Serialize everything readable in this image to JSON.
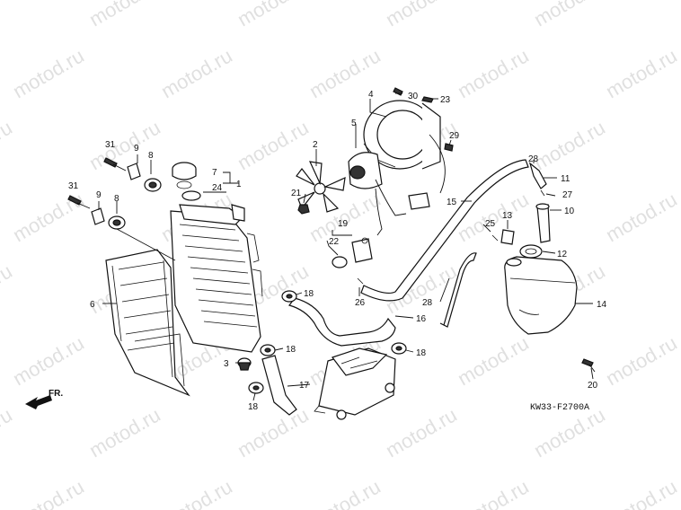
{
  "watermark": "motod.ru",
  "diagram_code": "KW33-F2700A",
  "front_indicator": "FR.",
  "callouts": {
    "c1": "1",
    "c2": "2",
    "c3": "3",
    "c4": "4",
    "c5": "5",
    "c6": "6",
    "c7": "7",
    "c8a": "8",
    "c8b": "8",
    "c9a": "9",
    "c9b": "9",
    "c10": "10",
    "c11": "11",
    "c12": "12",
    "c13": "13",
    "c14": "14",
    "c15": "15",
    "c16": "16",
    "c17": "17",
    "c18a": "18",
    "c18b": "18",
    "c18c": "18",
    "c18d": "18",
    "c19": "19",
    "c20": "20",
    "c21": "21",
    "c22": "22",
    "c23": "23",
    "c24": "24",
    "c25": "25",
    "c26": "26",
    "c27": "27",
    "c28a": "28",
    "c28b": "28",
    "c29": "29",
    "c30": "30",
    "c31a": "31",
    "c31b": "31"
  }
}
